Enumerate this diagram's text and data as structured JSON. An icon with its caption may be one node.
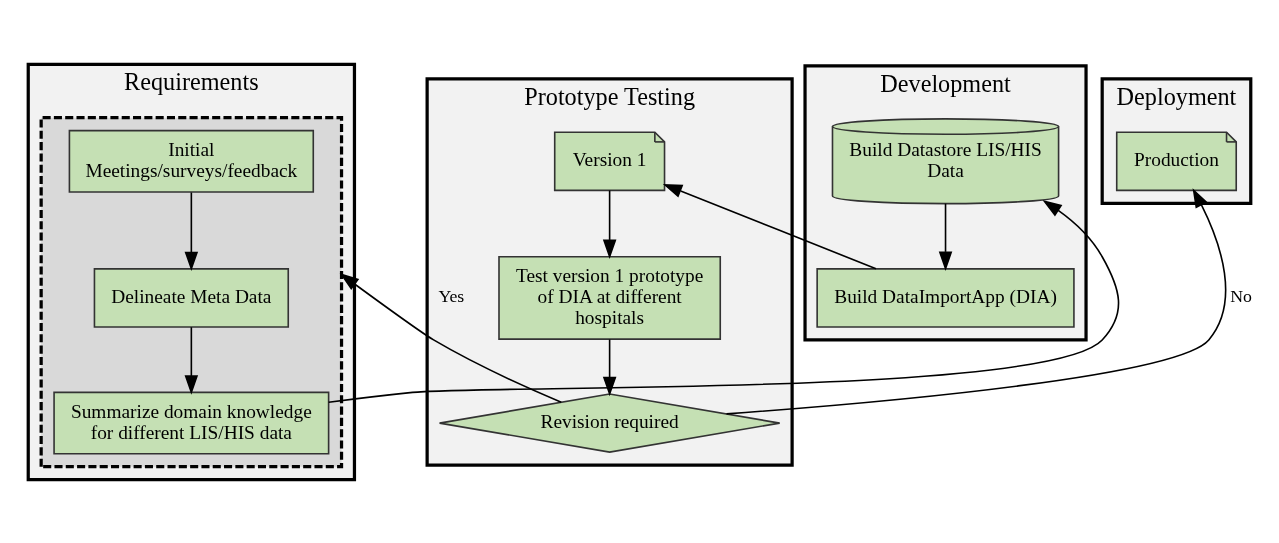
{
  "diagram": {
    "nodes": [
      {
        "text": [
          "Requirements"
        ]
      },
      {
        "text": [],
        "shape": "box",
        "in": 0
      },
      {
        "text": [
          "Initial Meetings/surveys/feedback"
        ],
        "in": 1
      },
      {
        "text": [
          "Delineate Meta Data"
        ],
        "in": 1
      },
      {
        "text": [
          "Summarize domain knowledge for different LIS/HIS data"
        ],
        "in": 1
      },
      {
        "text": [
          "Development"
        ]
      },
      {
        "text": [
          "Build Datastore LIS/HIS Data"
        ],
        "in": 5
      },
      {
        "text": [
          "Build DataImportApp (DIA)"
        ],
        "in": 5
      },
      {
        "text": [
          "Prototype Testing"
        ]
      },
      {
        "text": [
          "Version 1"
        ],
        "in": 8
      },
      {
        "text": [
          "Test version 1 prototype of DIA at different hospitals"
        ],
        "in": 8
      },
      {
        "text": [
          "Revision required"
        ],
        "in": 8
      },
      {
        "text": [
          "Deployment"
        ]
      },
      {
        "text": [
          "Production"
        ],
        "in": 12
      }
    ],
    "edges": [
      {
        "from": 2,
        "to": 3,
        "arrow": "to"
      },
      {
        "from": 3,
        "to": 4,
        "arrow": "to"
      },
      {
        "from": 4,
        "to": 6,
        "arrow": "to"
      },
      {
        "from": 6,
        "to": 7,
        "arrow": "to"
      },
      {
        "from": 7,
        "to": 9,
        "arrow": "to"
      },
      {
        "from": 9,
        "to": 10,
        "arrow": "to"
      },
      {
        "from": 10,
        "to": 11,
        "arrow": "to"
      },
      {
        "from": 11,
        "to": 1,
        "arrow": "to",
        "label": "Yes"
      },
      {
        "from": 11,
        "to": 13,
        "arrow": "to",
        "label": "No"
      }
    ]
  }
}
